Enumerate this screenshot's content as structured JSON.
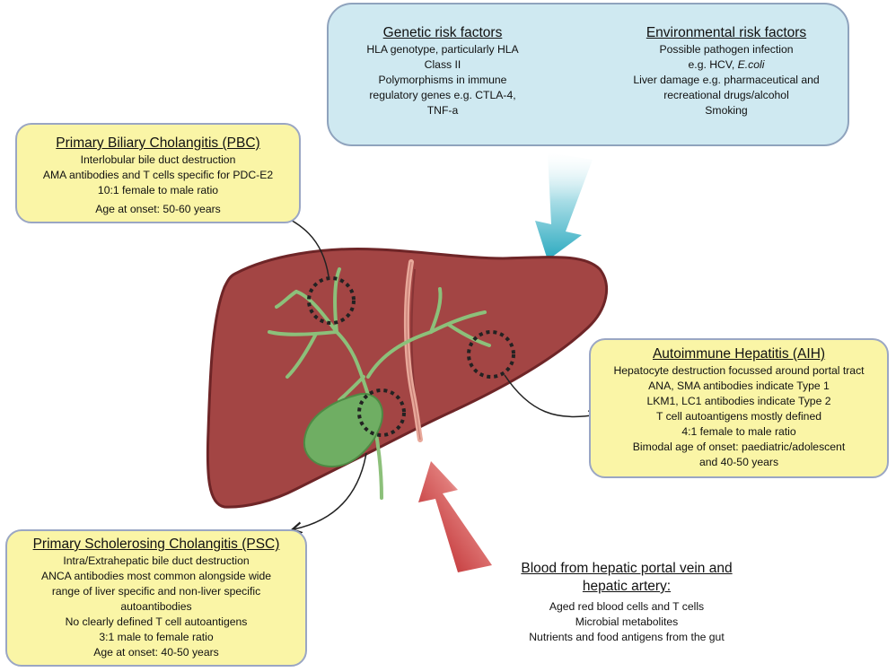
{
  "genetic": {
    "title": "Genetic risk factors",
    "lines": [
      "HLA genotype, particularly HLA",
      "Class II",
      "Polymorphisms in immune",
      "regulatory genes e.g. CTLA-4,",
      "TNF-a"
    ]
  },
  "environmental": {
    "title": "Environmental risk factors",
    "lines": [
      "Possible pathogen infection",
      "Liver damage e.g. pharmaceutical and",
      "recreational drugs/alcohol",
      "Smoking"
    ],
    "example_prefix": "e.g. HCV,",
    "example_italic": "E.coli"
  },
  "pbc": {
    "title": "Primary Biliary Cholangitis (PBC)",
    "lines": [
      "Interlobular bile duct destruction",
      "AMA antibodies and T cells specific for PDC-E2",
      "10:1 female to male ratio",
      "Age at onset: 50-60 years"
    ]
  },
  "aih": {
    "title": "Autoimmune Hepatitis (AIH)",
    "lines": [
      "Hepatocyte destruction focussed around portal tract",
      "ANA, SMA antibodies indicate Type 1",
      "LKM1, LC1 antibodies indicate Type 2",
      "T cell autoantigens mostly defined",
      "4:1 female to male ratio",
      "Bimodal age of onset: paediatric/adolescent",
      "and 40-50 years"
    ]
  },
  "psc": {
    "title": "Primary Scholerosing Cholangitis (PSC)",
    "lines": [
      "Intra/Extrahepatic bile duct destruction",
      "ANCA antibodies most common alongside wide",
      "range of liver specific and non-liver specific",
      "autoantibodies",
      "No clearly defined T cell autoantigens",
      "3:1 male to female ratio",
      "Age at onset: 40-50 years"
    ]
  },
  "blood": {
    "title_lines": [
      "Blood from hepatic portal vein and",
      "hepatic artery:"
    ],
    "lines": [
      "Aged red blood cells and T cells",
      "Microbial metabolites",
      "Nutrients and food antigens from the gut"
    ]
  },
  "colors": {
    "liver": "#a34544",
    "liver_dark": "#6e2527",
    "bile_duct": "#8cc07a",
    "gallbladder": "#6fae63",
    "teal_arrow": "#3fb3c7",
    "red_arrow": "#c1282c",
    "yellow_box": "#faf5a6",
    "blue_box": "#cfe9f1"
  }
}
